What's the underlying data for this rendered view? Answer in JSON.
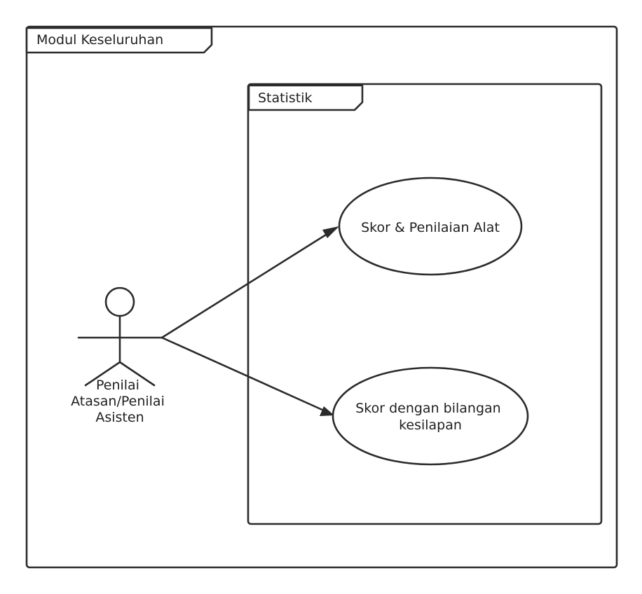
{
  "frames": {
    "outer": {
      "title": "Modul Keseluruhan"
    },
    "inner": {
      "title": "Statistik"
    }
  },
  "actor": {
    "label_lines": [
      "Penilai",
      "Atasan/Penilai",
      "Asisten"
    ]
  },
  "use_cases": [
    {
      "label_lines": [
        "Skor & Penilaian Alat"
      ]
    },
    {
      "label_lines": [
        "Skor dengan bilangan",
        "kesilapan"
      ]
    }
  ],
  "colors": {
    "stroke": "#2b2b2b",
    "text": "#1f1f1f",
    "background": "#ffffff"
  }
}
